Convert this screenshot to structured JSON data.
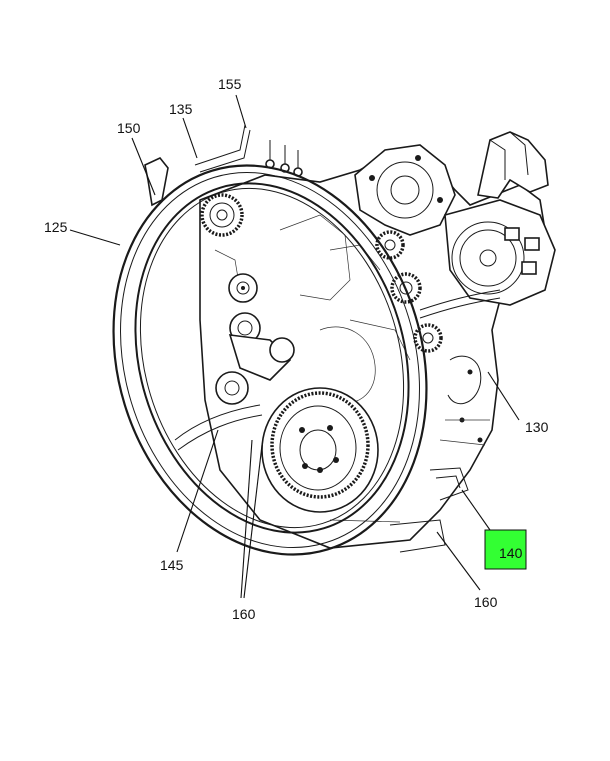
{
  "diagram": {
    "callouts": [
      {
        "id": "c155",
        "text": "155"
      },
      {
        "id": "c135",
        "text": "135"
      },
      {
        "id": "c150",
        "text": "150"
      },
      {
        "id": "c125",
        "text": "125"
      },
      {
        "id": "c130",
        "text": "130"
      },
      {
        "id": "c140",
        "text": "140"
      },
      {
        "id": "c145",
        "text": "145"
      },
      {
        "id": "c160a",
        "text": "160"
      },
      {
        "id": "c160b",
        "text": "160"
      }
    ],
    "highlight_color": "#33ff33"
  }
}
